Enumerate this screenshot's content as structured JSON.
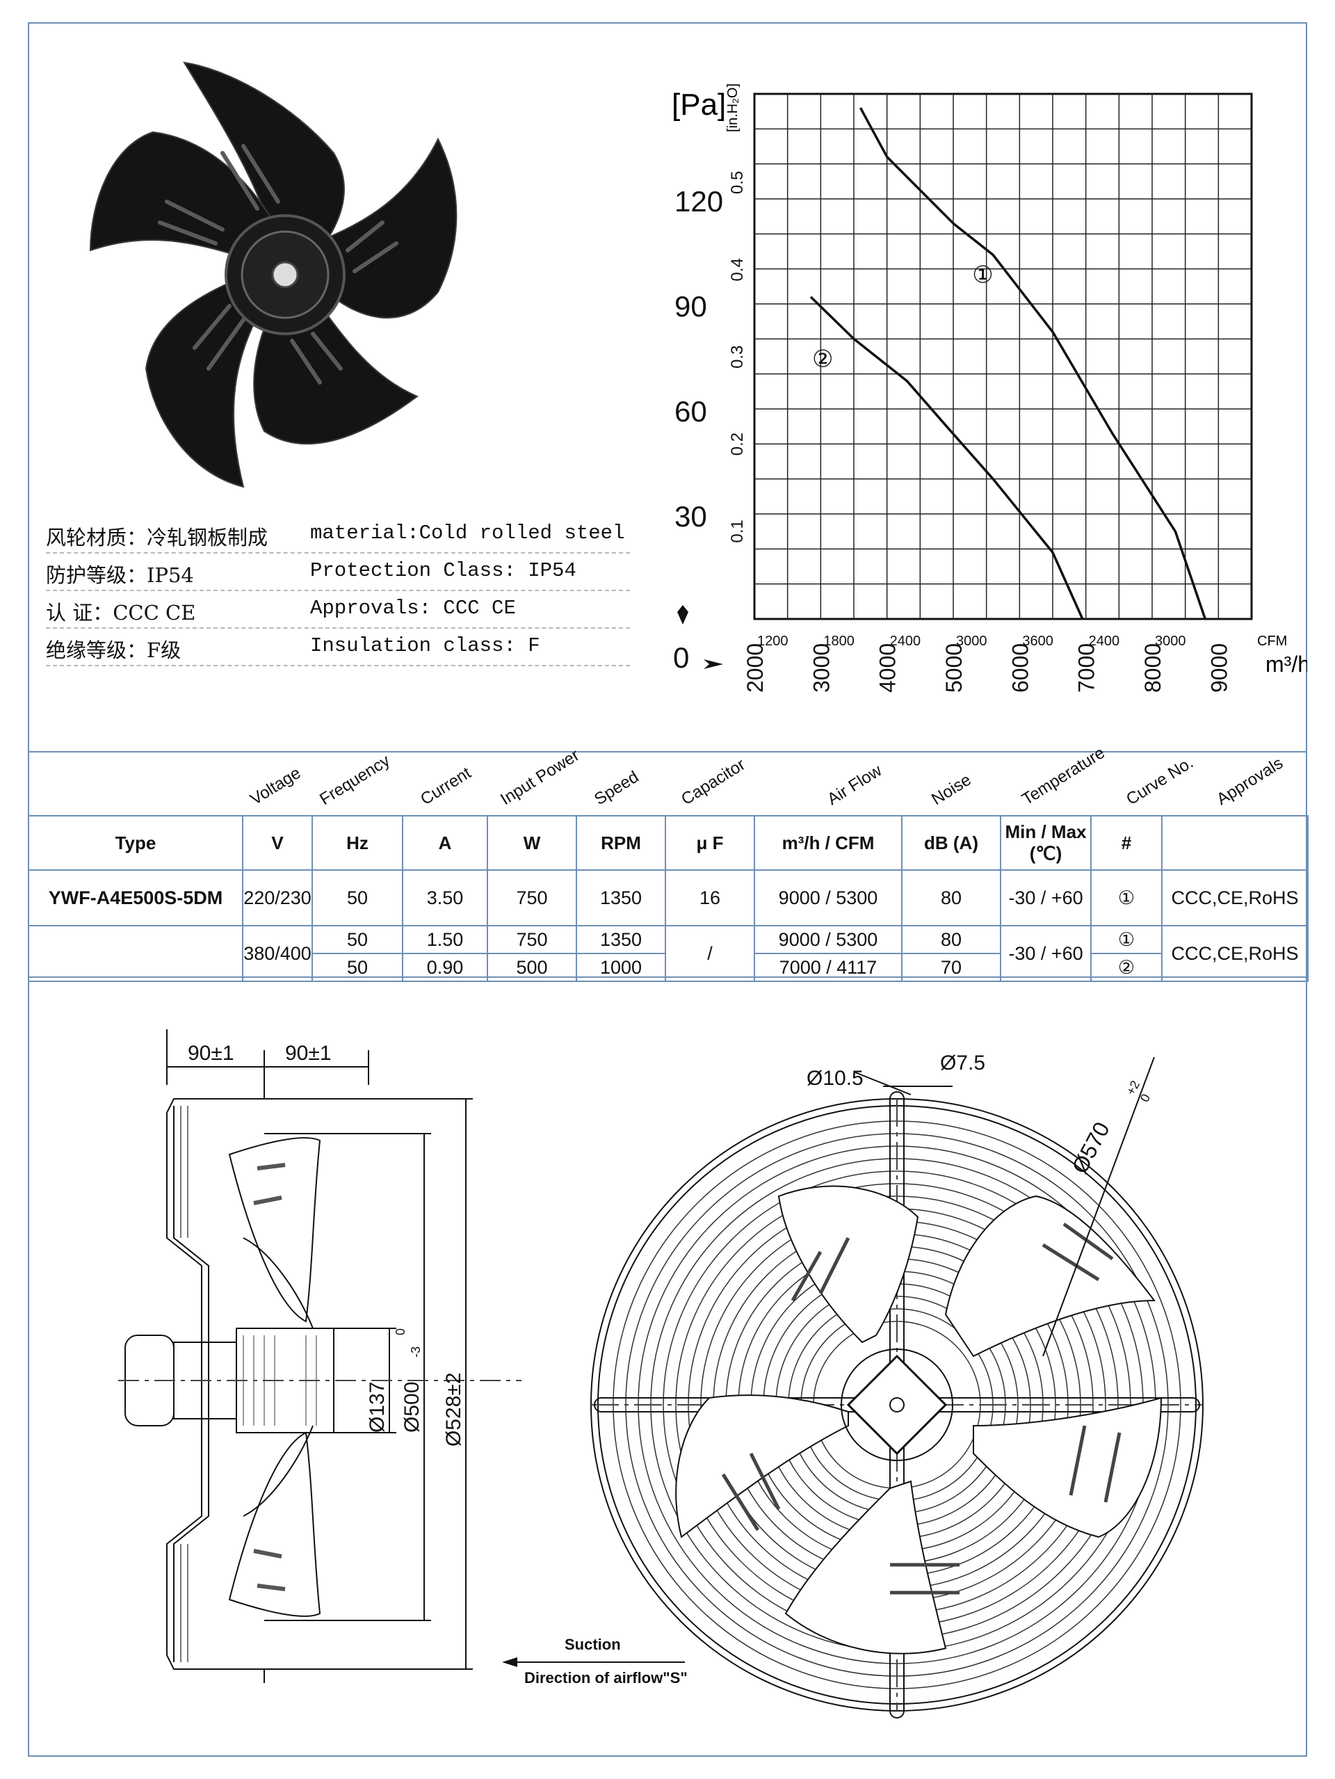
{
  "specs": [
    {
      "cn": "风轮材质：冷轧钢板制成",
      "en": "material:Cold rolled steel"
    },
    {
      "cn": "防护等级：IP54",
      "en": "Protection Class: IP54"
    },
    {
      "cn": "认    证：CCC CE",
      "en": "Approvals: CCC  CE"
    },
    {
      "cn": "绝缘等级：F级",
      "en": "Insulation class: F"
    }
  ],
  "chart_data": {
    "type": "line",
    "y_unit_pa": "[Pa]",
    "y_unit_inh2o": "[in.H₂O]",
    "x_unit_m3h": "m³/h",
    "x_unit_cfm": "CFM",
    "y_ticks_pa": [
      "0",
      "30",
      "60",
      "90",
      "120"
    ],
    "y_ticks_inh2o": [
      "0.1",
      "0.2",
      "0.3",
      "0.4",
      "0.5"
    ],
    "x_ticks_m3h": [
      "2000",
      "3000",
      "4000",
      "5000",
      "6000",
      "7000",
      "8000",
      "9000"
    ],
    "x_ticks_cfm": [
      "1200",
      "1800",
      "2400",
      "3000",
      "3600",
      "2400",
      "3000"
    ],
    "xlim_m3h": [
      2000,
      9500
    ],
    "ylim_pa": [
      0,
      150
    ],
    "series": [
      {
        "name": "①",
        "x": [
          3600,
          4000,
          5000,
          5600,
          6500,
          7400,
          8350,
          8800
        ],
        "y": [
          146,
          132,
          113,
          104,
          82,
          53,
          25,
          0
        ]
      },
      {
        "name": "②",
        "x": [
          2850,
          3500,
          4300,
          4900,
          5600,
          6500,
          6950
        ],
        "y": [
          92,
          80,
          68,
          55,
          40,
          19,
          0
        ]
      }
    ]
  },
  "table": {
    "headers_rot": [
      "Voltage",
      "Frequency",
      "Current",
      "Input Power",
      "Speed",
      "Capacitor",
      "Air Flow",
      "Noise",
      "Temperature",
      "Curve No.",
      "Approvals"
    ],
    "units": [
      "Type",
      "V",
      "Hz",
      "A",
      "W",
      "RPM",
      "μ F",
      "m³/h  /  CFM",
      "dB (A)",
      "Min / Max (℃)",
      "#",
      ""
    ],
    "row1": {
      "type": "YWF-A4E500S-5DM",
      "v": "220/230",
      "hz": "50",
      "a": "3.50",
      "w": "750",
      "rpm": "1350",
      "uf": "16",
      "flow": "9000  /  5300",
      "db": "80",
      "temp": "-30 / +60",
      "curve": "①",
      "appr": "CCC,CE,RoHS"
    },
    "row2": {
      "v": "380/400",
      "hz": "50",
      "a": "1.50",
      "w": "750",
      "rpm": "1350",
      "uf": "/",
      "flow": "9000  /  5300",
      "db": "80",
      "temp": "-30 / +60",
      "curve": "①",
      "appr": "CCC,CE,RoHS"
    },
    "row3": {
      "hz": "50",
      "a": "0.90",
      "w": "500",
      "rpm": "1000",
      "flow": "7000  /  4117",
      "db": "70",
      "curve": "②"
    }
  },
  "drawing": {
    "dim_left_gap": "90±1",
    "dim_right_gap": "90±1",
    "dim_137": "Ø137",
    "dim_500": "Ø500",
    "dim_500_tol_top": "0",
    "dim_500_tol_bottom": "-3",
    "dim_528": "Ø528±2",
    "dim_10_5": "Ø10.5",
    "dim_7_5": "Ø7.5",
    "dim_570": "Ø570",
    "dim_570_tol_top": "+2",
    "dim_570_tol_bottom": "0",
    "suction": "Suction",
    "airflow": "Direction of airflow\"S\""
  }
}
